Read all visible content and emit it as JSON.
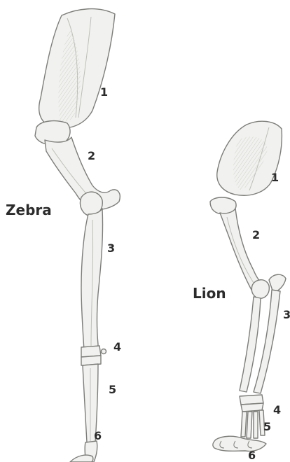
{
  "colors": {
    "bone_fill": "#f1f1ef",
    "bone_stroke": "#7d7d7a",
    "bone_shade": "#bdbdb8",
    "label": "#2b2b2b"
  },
  "zebra": {
    "name": "Zebra",
    "labels": [
      "1",
      "2",
      "3",
      "4",
      "5",
      "6"
    ]
  },
  "lion": {
    "name": "Lion",
    "labels": [
      "1",
      "2",
      "3",
      "4",
      "5",
      "6"
    ]
  }
}
